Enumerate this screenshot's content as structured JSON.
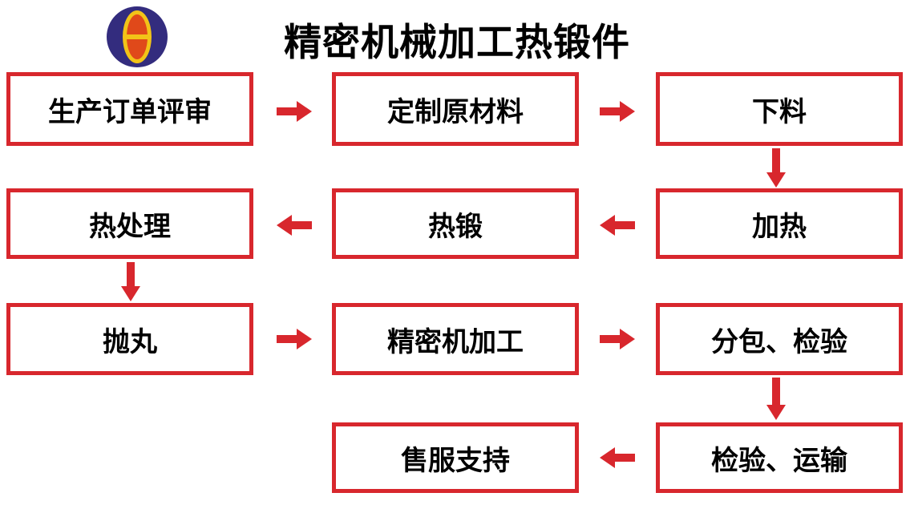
{
  "title": "精密机械加工热锻件",
  "logo": {
    "description": "oval-theta-logo",
    "colors": {
      "outer": "#332c7e",
      "ring": "#f2c318",
      "core": "#e0491a"
    }
  },
  "colors": {
    "accent_red": "#d8272d",
    "text": "#000000",
    "background": "#ffffff"
  },
  "flow": {
    "nodes": {
      "order_review": "生产订单评审",
      "custom_material": "定制原材料",
      "cutting": "下料",
      "heating": "加热",
      "hot_forging": "热锻",
      "heat_treatment": "热处理",
      "shot_blasting": "抛丸",
      "precision_machining": "精密机加工",
      "subpackage_inspection": "分包、检验",
      "inspection_transport": "检验、运输",
      "after_sales_support": "售服支持"
    },
    "edges": [
      {
        "from": "order_review",
        "to": "custom_material",
        "direction": "right"
      },
      {
        "from": "custom_material",
        "to": "cutting",
        "direction": "right"
      },
      {
        "from": "cutting",
        "to": "heating",
        "direction": "down"
      },
      {
        "from": "heating",
        "to": "hot_forging",
        "direction": "left"
      },
      {
        "from": "hot_forging",
        "to": "heat_treatment",
        "direction": "left"
      },
      {
        "from": "heat_treatment",
        "to": "shot_blasting",
        "direction": "down"
      },
      {
        "from": "shot_blasting",
        "to": "precision_machining",
        "direction": "right"
      },
      {
        "from": "precision_machining",
        "to": "subpackage_inspection",
        "direction": "right"
      },
      {
        "from": "subpackage_inspection",
        "to": "inspection_transport",
        "direction": "down"
      },
      {
        "from": "inspection_transport",
        "to": "after_sales_support",
        "direction": "left"
      }
    ]
  }
}
